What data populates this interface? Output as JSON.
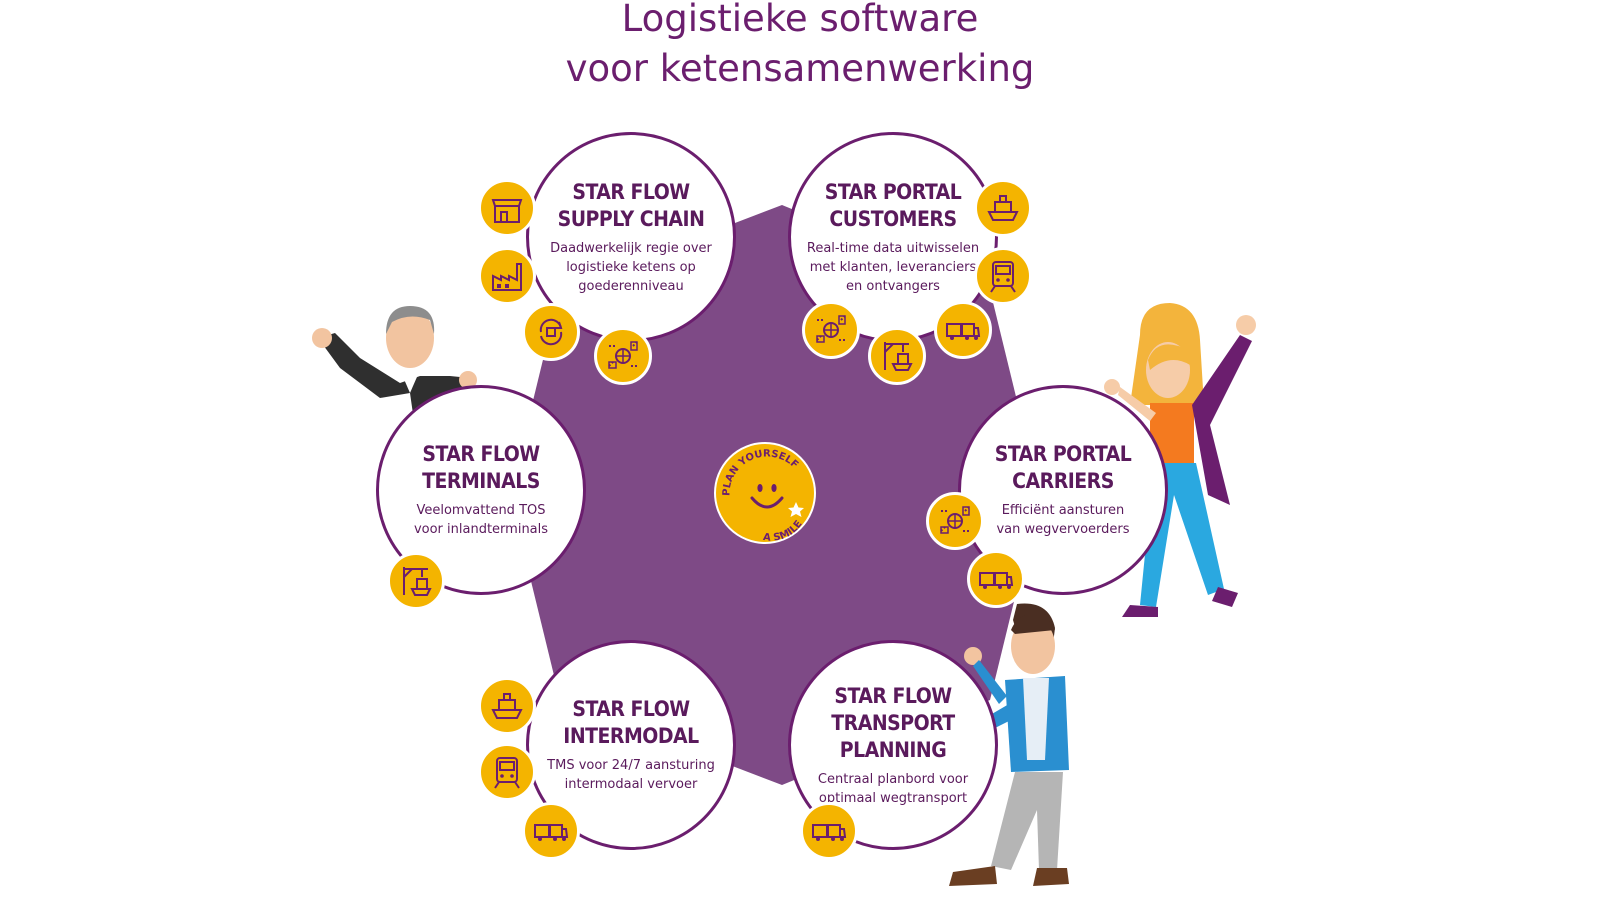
{
  "title": {
    "line1": "Logistieke software",
    "line2": "voor ketensamenwerking"
  },
  "center": {
    "text_top": "PLAN YOURSELF",
    "text_bottom": "A SMILE"
  },
  "nodes": [
    {
      "id": "supply-chain",
      "name": [
        "STAR FLOW",
        "SUPPLY CHAIN"
      ],
      "desc": [
        "Daadwerkelijk regie over",
        "logistieke ketens op",
        "goederenniveau"
      ],
      "icons": [
        "shop-icon",
        "factory-icon",
        "cycle-icon",
        "network-icon"
      ]
    },
    {
      "id": "portal-customers",
      "name": [
        "STAR PORTAL",
        "CUSTOMERS"
      ],
      "desc": [
        "Real-time data uitwisselen",
        "met klanten, leveranciers",
        "en ontvangers"
      ],
      "icons": [
        "ship-icon",
        "train-icon",
        "network-icon",
        "crane-icon",
        "truck-icon"
      ]
    },
    {
      "id": "terminals",
      "name": [
        "STAR FLOW",
        "TERMINALS"
      ],
      "desc": [
        "Veelomvattend TOS",
        "voor inlandterminals"
      ],
      "icons": [
        "crane-icon"
      ]
    },
    {
      "id": "portal-carriers",
      "name": [
        "STAR PORTAL",
        "CARRIERS"
      ],
      "desc": [
        "Efficiënt aansturen",
        "van wegvervoerders"
      ],
      "icons": [
        "network-icon",
        "truck-icon"
      ]
    },
    {
      "id": "intermodal",
      "name": [
        "STAR FLOW",
        "INTERMODAL"
      ],
      "desc": [
        "TMS voor 24/7 aansturing",
        "intermodaal vervoer"
      ],
      "icons": [
        "ship-icon",
        "train-icon",
        "truck-icon"
      ]
    },
    {
      "id": "transport-planning",
      "name": [
        "STAR FLOW",
        "TRANSPORT",
        "PLANNING"
      ],
      "desc": [
        "Centraal planbord voor",
        "optimaal wegtransport"
      ],
      "icons": [
        "truck-icon"
      ]
    }
  ],
  "colors": {
    "purple": "#7e4a86",
    "dark_purple": "#6b1e6e",
    "yellow": "#f4b400"
  }
}
